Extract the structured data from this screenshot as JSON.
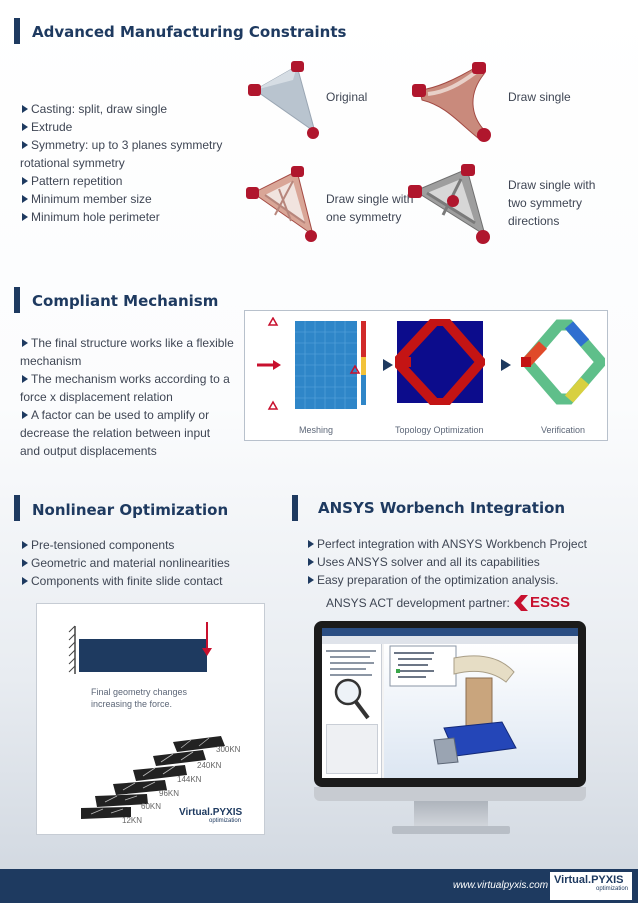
{
  "colors": {
    "navy": "#1e3a60",
    "accent_red": "#c8102e",
    "part_red": "#b0162d"
  },
  "sec1": {
    "title": "Advanced Manufacturing Constraints",
    "bullets": [
      "Casting: split, draw single",
      "Extrude",
      "Symmetry: up to 3 planes symmetry",
      "rotational symmetry",
      "Pattern repetition",
      "Minimum member size",
      "Minimum hole perimeter"
    ],
    "captions": {
      "original": "Original",
      "draw_single": "Draw single",
      "one_sym": "Draw single with one symmetry",
      "two_sym": "Draw single with two symmetry directions"
    }
  },
  "sec2": {
    "title": "Compliant Mechanism",
    "bullets": [
      "The final structure works like a flexible",
      "mechanism",
      "The mechanism works according to a",
      "force x displacement relation",
      "A factor can be used to amplify or",
      "decrease the relation between input",
      "and output displacements"
    ],
    "captions": {
      "meshing": "Meshing",
      "topology": "Topology Optimization",
      "verification": "Verification"
    }
  },
  "sec3": {
    "title": "Nonlinear Optimization",
    "bullets": [
      "Pre-tensioned components",
      "Geometric and material nonlinearities",
      "Components with finite slide contact"
    ],
    "note": "Final geometry changes increasing the force.",
    "forces": [
      "300KN",
      "240KN",
      "144KN",
      "96KN",
      "60KN",
      "12KN"
    ],
    "logo_main": "Virtual.PYXIS",
    "logo_sub": "optimization"
  },
  "sec4": {
    "title": "ANSYS Worbench Integration",
    "bullets": [
      "Perfect integration with ANSYS Workbench Project",
      "Uses ANSYS solver and all its capabilities",
      "Easy preparation of the optimization analysis."
    ],
    "partner": "ANSYS ACT development partner:",
    "partner_logo": "ESSS"
  },
  "footer": {
    "url": "www.virtualpyxis.com",
    "logo_main": "Virtual.PYXIS",
    "logo_sub": "optimization"
  }
}
